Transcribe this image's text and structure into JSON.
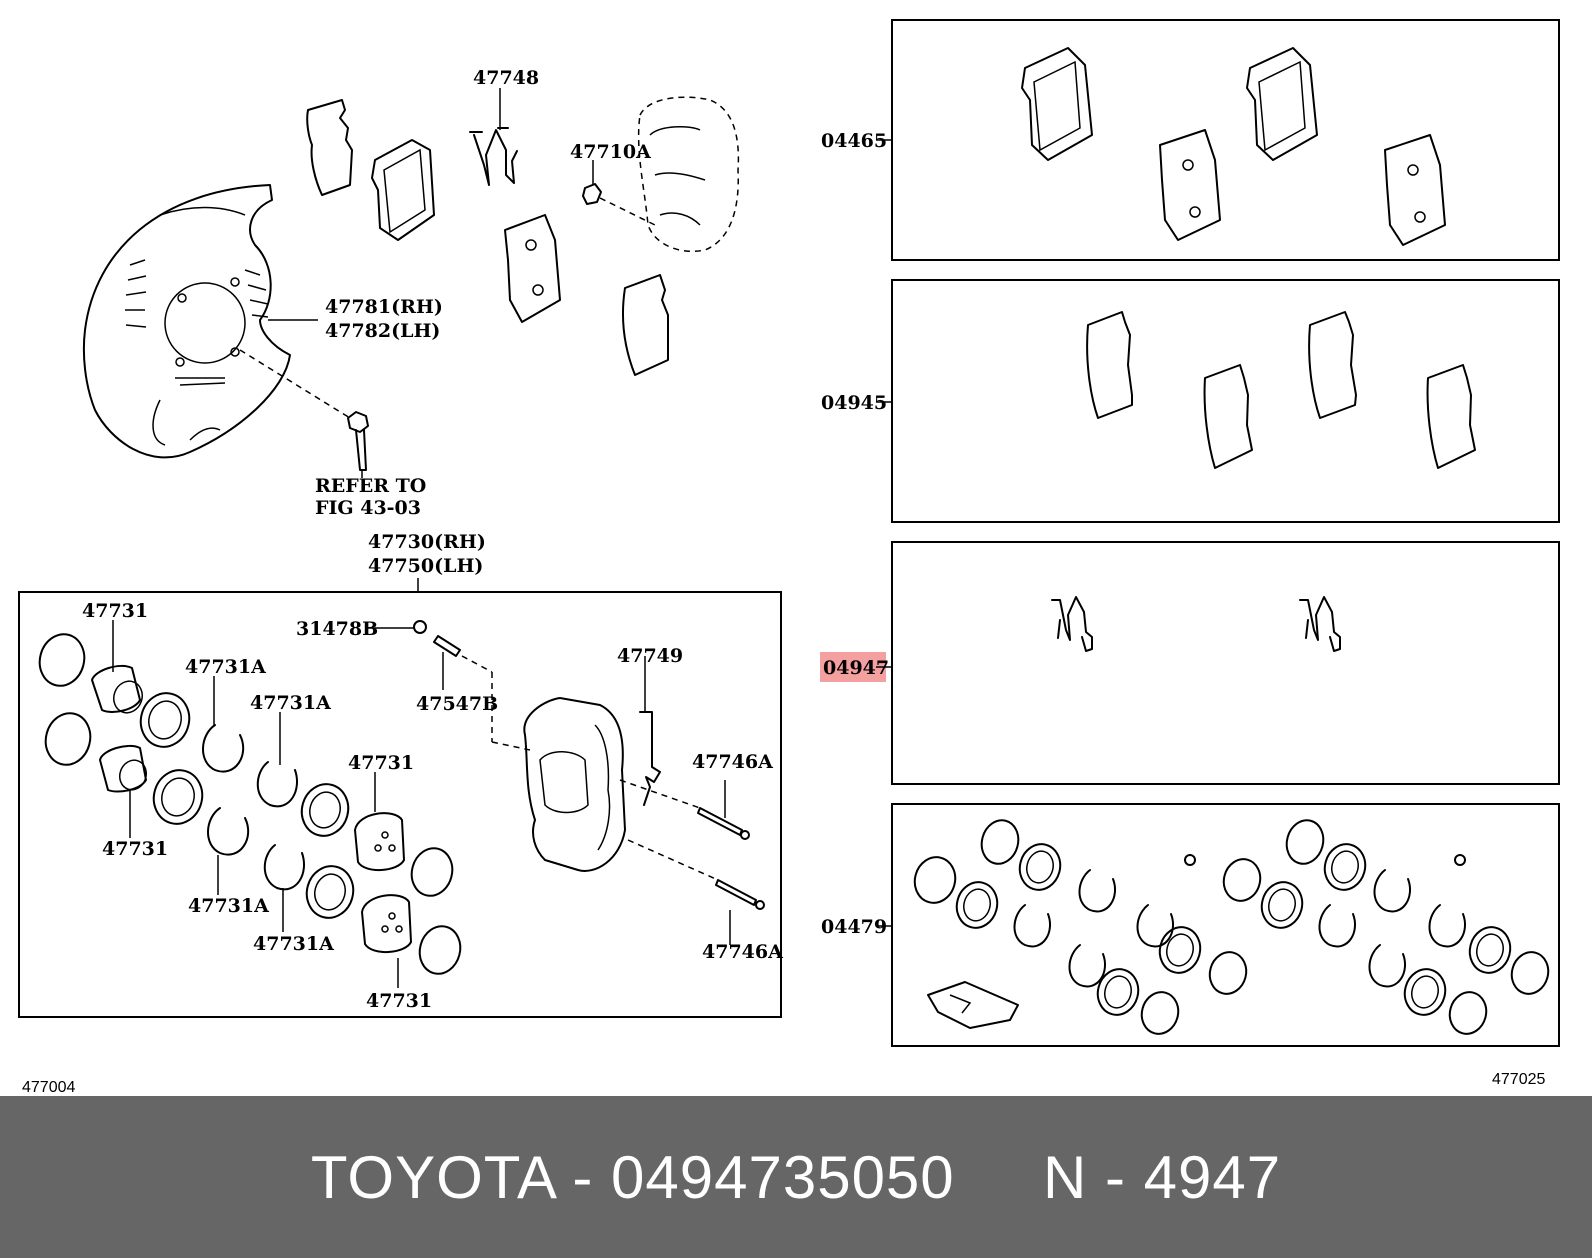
{
  "labels": {
    "p47748": "47748",
    "p47710a": "47710A",
    "p47781": "47781(RH)",
    "p47782": "47782(LH)",
    "refer_to": "REFER TO",
    "fig_ref": "FIG 43-03",
    "p47730": "47730(RH)",
    "p47750": "47750(LH)",
    "p47731_a": "47731",
    "p31478b": "31478B",
    "p47731a_a": "47731A",
    "p47731a_b": "47731A",
    "p47547b": "47547B",
    "p47749": "47749",
    "p47731_b": "47731",
    "p47746a_a": "47746A",
    "p47731_c": "47731",
    "p47731a_c": "47731A",
    "p47731a_d": "47731A",
    "p47746a_b": "47746A",
    "p47731_d": "47731",
    "kit_04465": "04465",
    "kit_04945": "04945",
    "kit_04947": "04947",
    "kit_04479": "04479",
    "fig_left": "477004",
    "fig_right": "477025"
  },
  "highlight_color": "#f4a0a0",
  "footer": {
    "text": "TOYOTA - 0494735050     N - 4947",
    "background": "#666666",
    "color": "#ffffff"
  }
}
